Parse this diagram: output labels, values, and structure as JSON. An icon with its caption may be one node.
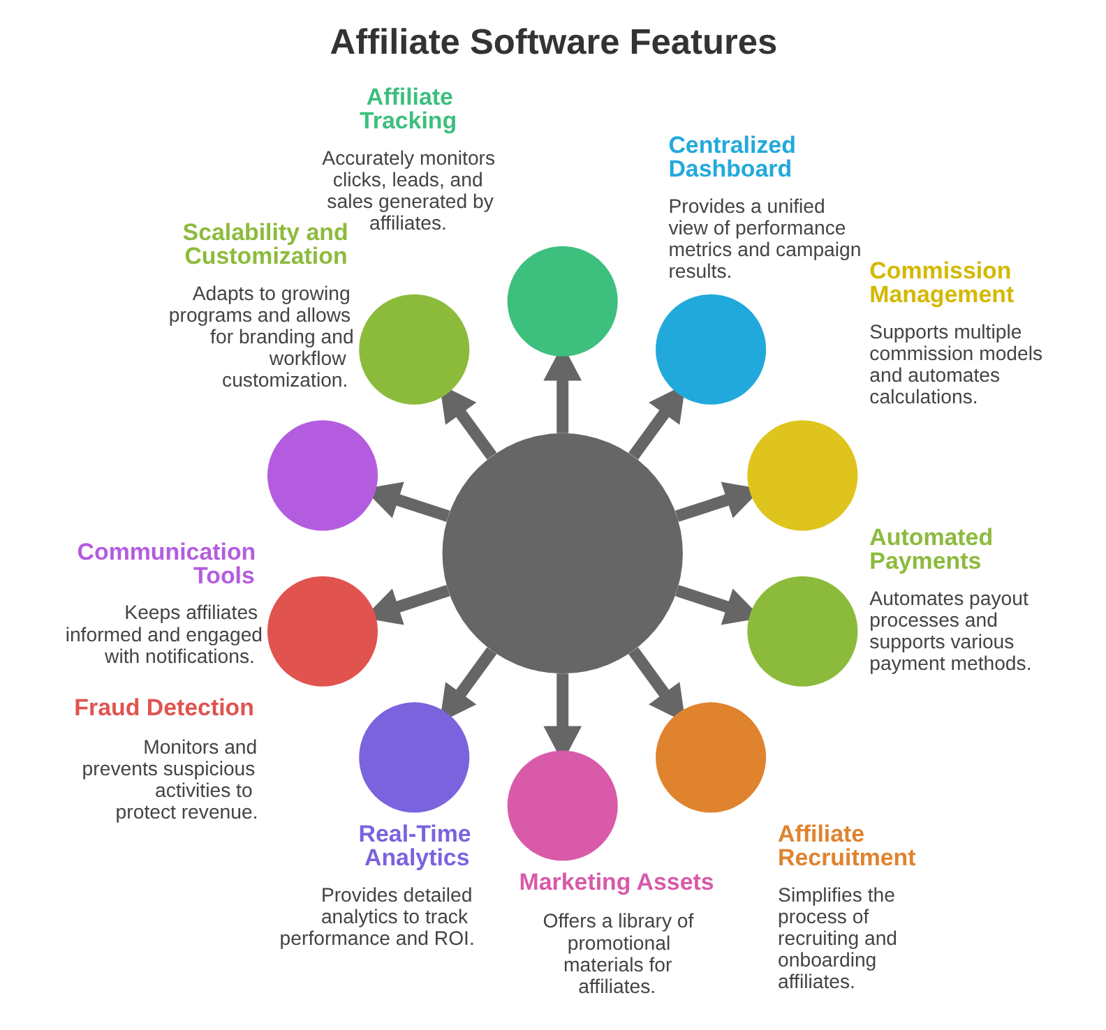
{
  "diagram": {
    "title": "Affiliate Software Features",
    "nodes": [
      {
        "text": [],
        "shape": "circle"
      },
      {
        "text": [
          "Affiliate Tracking",
          "Accurately monitors clicks, leads, and sales generated by affiliates."
        ]
      },
      {
        "text": [
          "Centralized Dashboard",
          "Provides a unified view of performance metrics and campaign results."
        ]
      },
      {
        "text": [
          "Commission Management",
          "Supports multiple commission models and automates calculations."
        ]
      },
      {
        "text": [
          "Automated Payments",
          "Automates payout processes and supports various payment methods."
        ]
      },
      {
        "text": [
          "Affiliate Recruitment",
          "Simplifies the process of recruiting and onboarding affiliates."
        ]
      },
      {
        "text": [
          "Marketing Assets",
          "Offers a library of promotional materials for affiliates."
        ]
      },
      {
        "text": [
          "Real-Time Analytics",
          "Provides detailed analytics to track performance and ROI."
        ]
      },
      {
        "text": [
          "Fraud Detection",
          "Monitors and prevents suspicious activities to protect revenue."
        ]
      },
      {
        "text": [
          "Communication Tools",
          "Keeps affiliates informed and engaged with notifications."
        ]
      },
      {
        "text": [
          "Scalability and Customization",
          "Adapts to growing programs and allows for branding and workflow customization."
        ]
      }
    ],
    "edges": [
      {
        "from": 0,
        "to": 1,
        "arrow": "to"
      },
      {
        "from": 0,
        "to": 2,
        "arrow": "to"
      },
      {
        "from": 0,
        "to": 3,
        "arrow": "to"
      },
      {
        "from": 0,
        "to": 4,
        "arrow": "to"
      },
      {
        "from": 0,
        "to": 5,
        "arrow": "to"
      },
      {
        "from": 0,
        "to": 6,
        "arrow": "to"
      },
      {
        "from": 0,
        "to": 7,
        "arrow": "to"
      },
      {
        "from": 0,
        "to": 8,
        "arrow": "to"
      },
      {
        "from": 0,
        "to": 9,
        "arrow": "to"
      },
      {
        "from": 0,
        "to": 10,
        "arrow": "to"
      }
    ]
  }
}
